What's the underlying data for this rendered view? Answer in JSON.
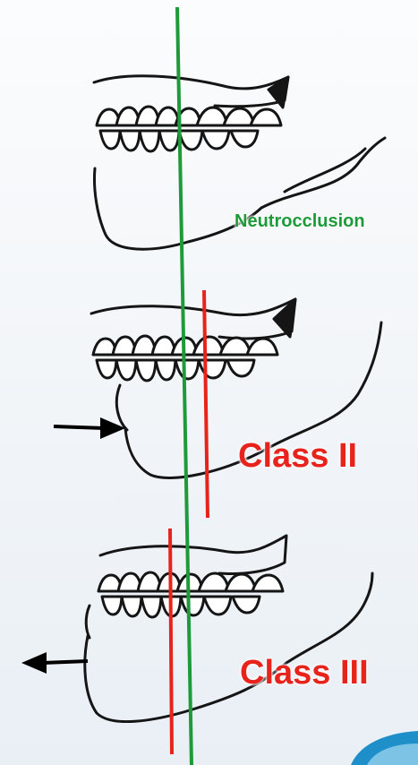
{
  "labels": {
    "neutrocclusion": "Neutrocclusion",
    "class_ii": "Class II",
    "class_iii": "Class III"
  },
  "colors": {
    "reference_line": "#1f9a3a",
    "shift_line": "#e8231c",
    "outline": "#151515",
    "arrow": "#000000",
    "background": "#f3f6f9",
    "corner_swoosh": "#1e8fc8"
  },
  "icons": {
    "arrow_class_ii": "arrow-right-icon",
    "arrow_class_iii": "arrow-left-icon"
  }
}
